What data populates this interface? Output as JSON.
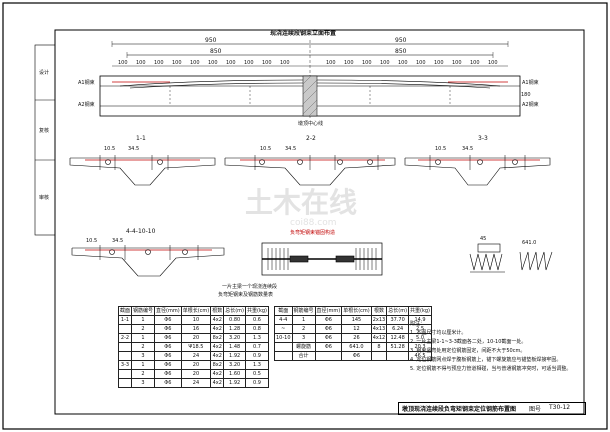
{
  "drawing": {
    "plan_title": "现浇连续段钢束立面布置",
    "top_dims": [
      "950",
      "950",
      "850",
      "850"
    ],
    "sub_dims": [
      "100",
      "100",
      "100",
      "100",
      "100",
      "100",
      "100",
      "100",
      "100",
      "100",
      "100",
      "100",
      "100",
      "100",
      "100",
      "100",
      "100",
      "100",
      "100",
      "100"
    ],
    "plan_labels": {
      "left_a": "A1钢束",
      "left_b": "A2钢束",
      "right_a": "A1钢束",
      "right_b": "A2钢束",
      "center": "墩顶中心线",
      "height": "180"
    },
    "sections": {
      "s1": "1-1",
      "s2": "2-2",
      "s3": "3-3",
      "s4": "4-4-10-10",
      "dim_10_5": "10.5",
      "dim_34_5": "34.5",
      "dim_10": "10"
    },
    "detail_title": "负弯矩钢束锚固构造",
    "detail_right": {
      "d1": "45",
      "d2": "641.0"
    }
  },
  "material_table": {
    "title_line1": "一片主梁一个现浇连续段",
    "title_line2": "负弯矩钢束及钢筋数量表",
    "headers": [
      "截面",
      "钢筋编号",
      "直径(mm)",
      "单根长(cm)",
      "根数",
      "总长(m)",
      "共重(kg)"
    ],
    "rows": [
      [
        "1-1",
        "1",
        "Φ6",
        "10",
        "4x2",
        "0.80",
        "0.6"
      ],
      [
        "",
        "2",
        "Φ6",
        "16",
        "4x2",
        "1.28",
        "0.8"
      ],
      [
        "2-2",
        "1",
        "Φ6",
        "20",
        "8x2",
        "3.20",
        "1.3"
      ],
      [
        "",
        "2",
        "Φ6",
        "Ψ18.5",
        "4x2",
        "1.48",
        "0.7"
      ],
      [
        "",
        "3",
        "Φ6",
        "24",
        "4x2",
        "1.92",
        "0.9"
      ],
      [
        "3-3",
        "1",
        "Φ6",
        "20",
        "8x2",
        "3.20",
        "1.3"
      ],
      [
        "",
        "2",
        "Φ6",
        "20",
        "4x2",
        "1.60",
        "0.5"
      ],
      [
        "",
        "3",
        "Φ6",
        "24",
        "4x2",
        "1.92",
        "0.9"
      ]
    ]
  },
  "anchor_table": {
    "headers": [
      "截面",
      "钢筋编号",
      "直径(mm)",
      "单根长(cm)",
      "根数",
      "总长(m)",
      "共重(kg)"
    ],
    "rows": [
      [
        "4-4",
        "1",
        "Φ6",
        "145",
        "2x13",
        "37.70",
        "14.9"
      ],
      [
        "~",
        "2",
        "Φ6",
        "12",
        "4x13",
        "6.24",
        "2.5"
      ],
      [
        "10-10",
        "3",
        "Φ6",
        "26",
        "4x12",
        "12.48",
        "5.0"
      ],
      [
        "",
        "螺旋筋",
        "Φ6",
        "641.0",
        "8",
        "51.28",
        "20.3"
      ],
      [
        "",
        "合计",
        "",
        "Φ6",
        "",
        "",
        "46.5"
      ]
    ]
  },
  "notes": {
    "heading": "附注：",
    "items": [
      "1. 本图尺寸均以厘米计。",
      "2. 一片主梁1-1~3-3截面各二处，10-10截面一处。",
      "3. 钢束竖弯处用定位钢筋固定，间距不大于50cm。",
      "4. 定位钢筋网点焊于腹板钢筋上，锚下螺旋筋应与锚垫板焊接牢固。",
      "5. 定位钢筋不得与预应力管道相碰，当与普通钢筋冲突时，可适当调整。"
    ]
  },
  "titleblock": {
    "name": "墩顶现浇连续段负弯矩钢束定位钢筋布置图",
    "label": "图号",
    "number": "T30-12"
  },
  "sidebar": [
    "设计",
    "复核",
    "审核"
  ],
  "watermark": "土木在线",
  "watermark_url": "coi88.com"
}
